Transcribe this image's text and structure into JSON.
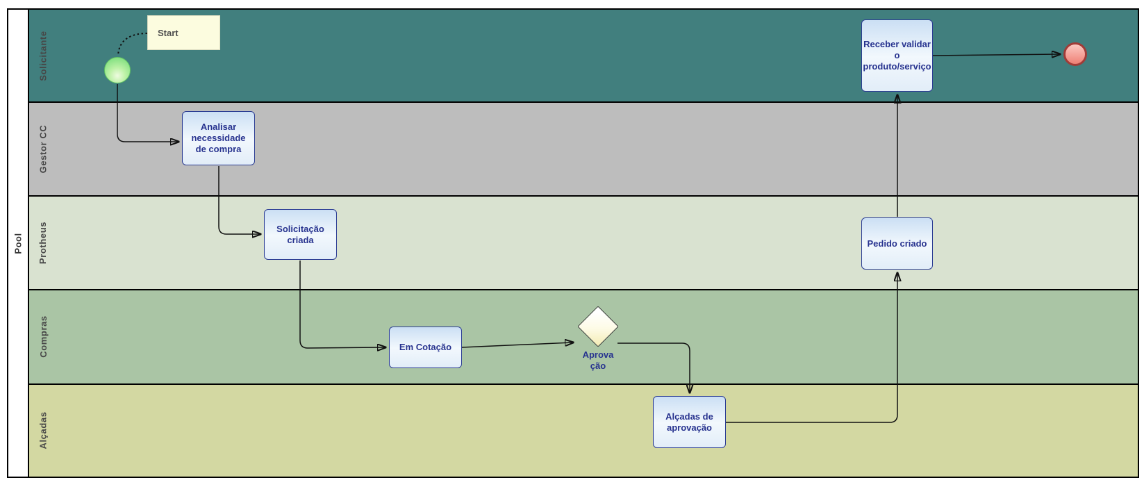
{
  "pool": {
    "label": "Pool"
  },
  "lanes": [
    {
      "label": "Solicitante",
      "color": "#417F7E"
    },
    {
      "label": "Gestor CC",
      "color": "#BDBDBD"
    },
    {
      "label": "Protheus",
      "color": "#D9E2D0"
    },
    {
      "label": "Compras",
      "color": "#AAC5A5"
    },
    {
      "label": "Alçadas",
      "color": "#D3D8A2"
    }
  ],
  "nodes": {
    "start_annotation": "Start",
    "task_analisar": "Analisar necessidade de compra",
    "task_solicitacao": "Solicitação criada",
    "task_cotacao": "Em Cotação",
    "gateway_line1": "Aprova",
    "gateway_line2": "ção",
    "task_alcadas": "Alçadas de aprovação",
    "task_pedido": "Pedido criado",
    "task_receber": "Receber validar o produto/serviço"
  },
  "flows": [
    {
      "from": "start-event",
      "to": "task-analisar"
    },
    {
      "from": "task-analisar",
      "to": "task-solicitacao"
    },
    {
      "from": "task-solicitacao",
      "to": "task-cotacao"
    },
    {
      "from": "task-cotacao",
      "to": "gateway-aprovacao"
    },
    {
      "from": "gateway-aprovacao",
      "to": "task-alcadas"
    },
    {
      "from": "task-alcadas",
      "to": "task-pedido"
    },
    {
      "from": "task-pedido",
      "to": "task-receber"
    },
    {
      "from": "task-receber",
      "to": "end-event"
    },
    {
      "from": "annotation-start",
      "to": "start-event",
      "style": "dotted"
    }
  ],
  "colors": {
    "task_border": "#2B3C93",
    "task_text": "#27338F",
    "annotation_fill": "#FCFCDF",
    "start_event_fill": "#8CE387",
    "end_event_border": "#A03C38",
    "connector": "#111111"
  }
}
